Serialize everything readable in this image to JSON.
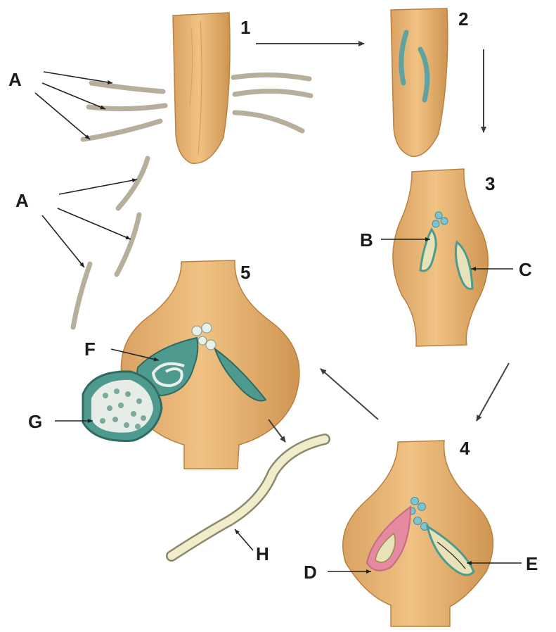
{
  "stages": {
    "s1": "1",
    "s2": "2",
    "s3": "3",
    "s4": "4",
    "s5": "5"
  },
  "labels": {
    "a_top": "A",
    "a_mid": "A",
    "b": "B",
    "c": "C",
    "d": "D",
    "e": "E",
    "f": "F",
    "g": "G",
    "h": "H"
  },
  "colors": {
    "root": "#e3b06e",
    "root_dark": "#c98f4e",
    "nematode": "#c9c0b0",
    "cyst_green": "#4f9a8f",
    "egg_blue": "#7cc4cf",
    "female_pink": "#e58aa0",
    "juvenile_yellow": "#e8e2b8"
  }
}
